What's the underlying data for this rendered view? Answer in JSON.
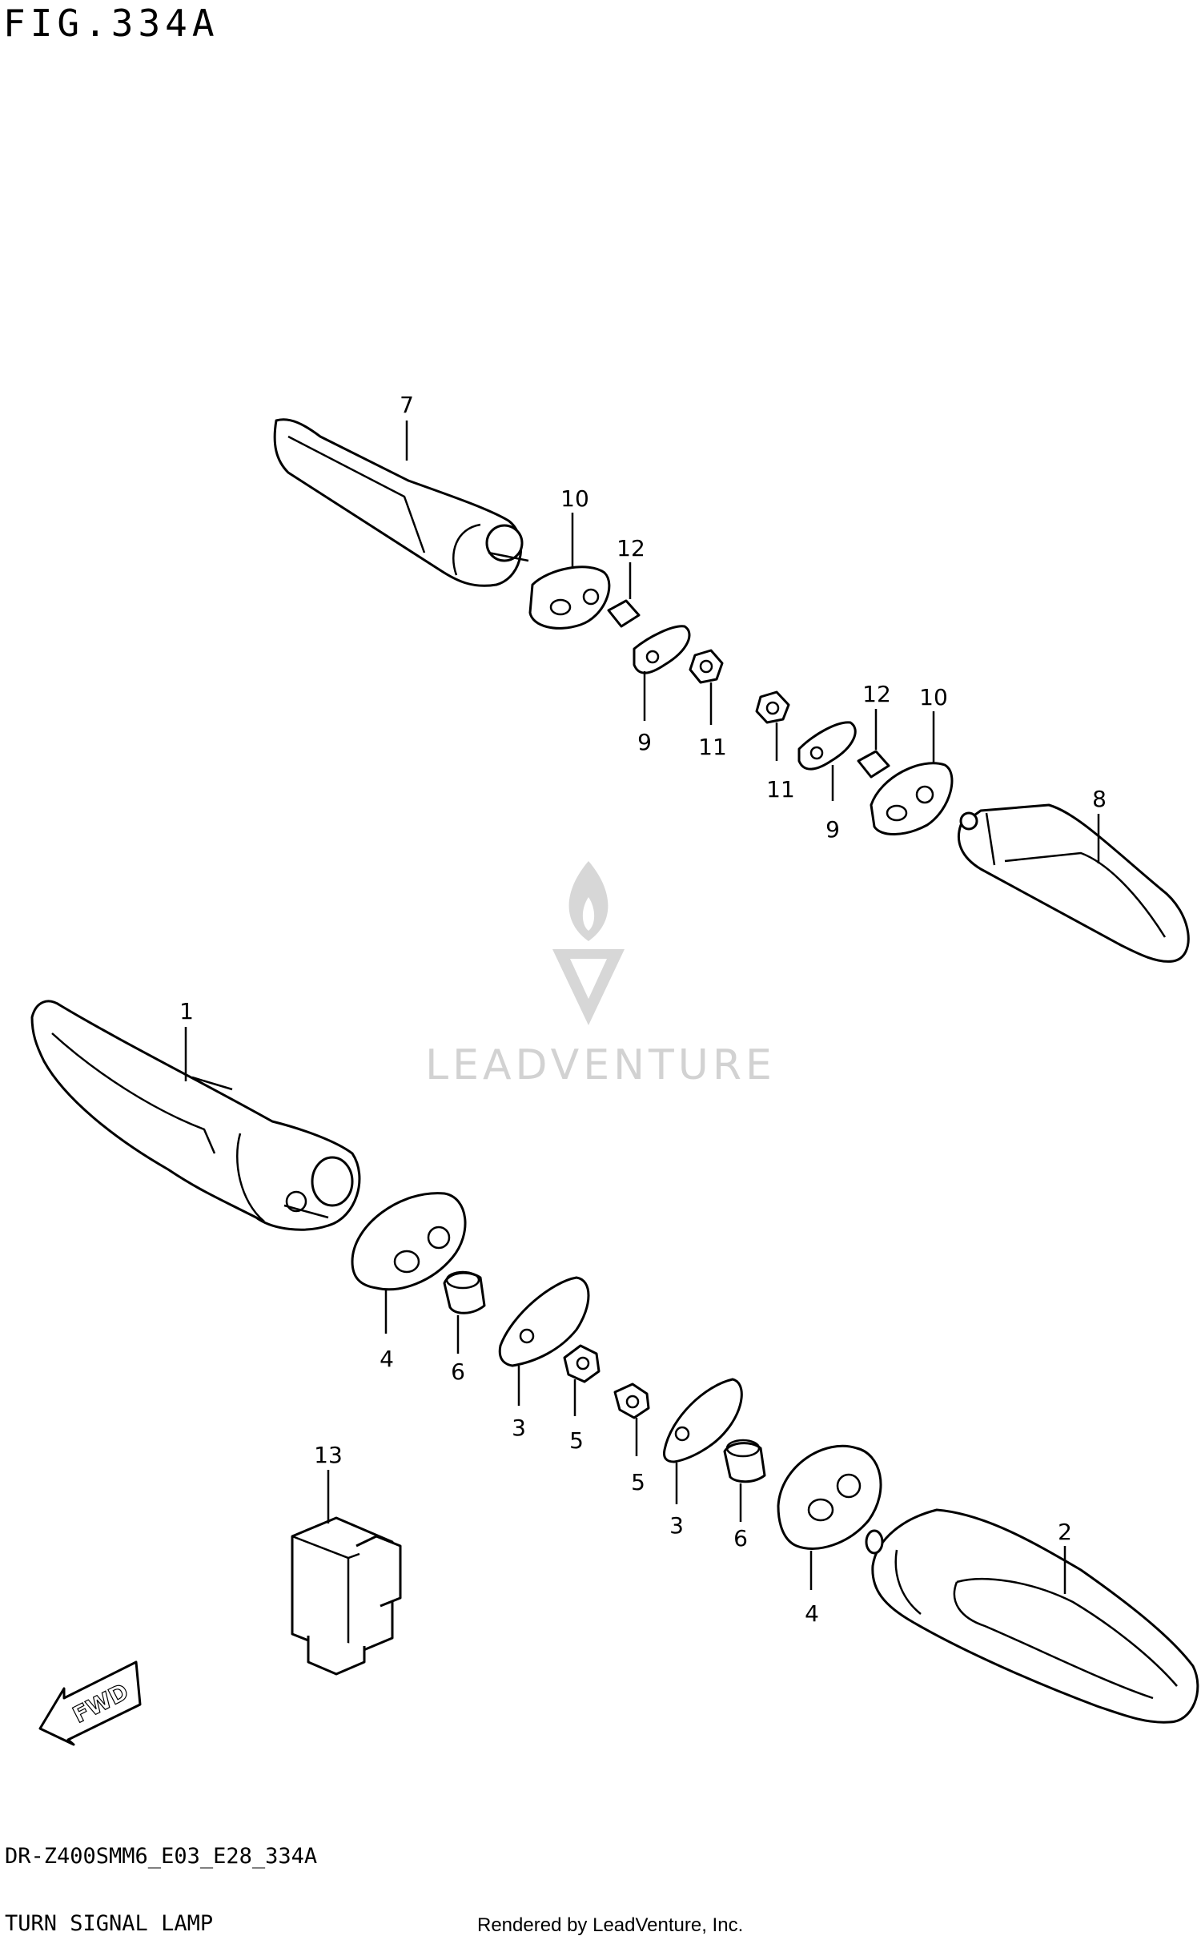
{
  "header": {
    "figure_id": "FIG.334A"
  },
  "footer": {
    "model_code": "DR-Z400SMM6_E03_E28_334A",
    "section_title": "TURN SIGNAL LAMP",
    "rendered_by": "Rendered by LeadVenture, Inc."
  },
  "watermark": {
    "text": "LEADVENTURE"
  },
  "direction": {
    "label": "FWD"
  },
  "callouts": {
    "c1": "1",
    "c2": "2",
    "c3a": "3",
    "c3b": "3",
    "c4a": "4",
    "c4b": "4",
    "c5a": "5",
    "c5b": "5",
    "c6a": "6",
    "c6b": "6",
    "c7": "7",
    "c8": "8",
    "c9a": "9",
    "c9b": "9",
    "c10a": "10",
    "c10b": "10",
    "c11a": "11",
    "c11b": "11",
    "c12a": "12",
    "c12b": "12",
    "c13": "13"
  }
}
